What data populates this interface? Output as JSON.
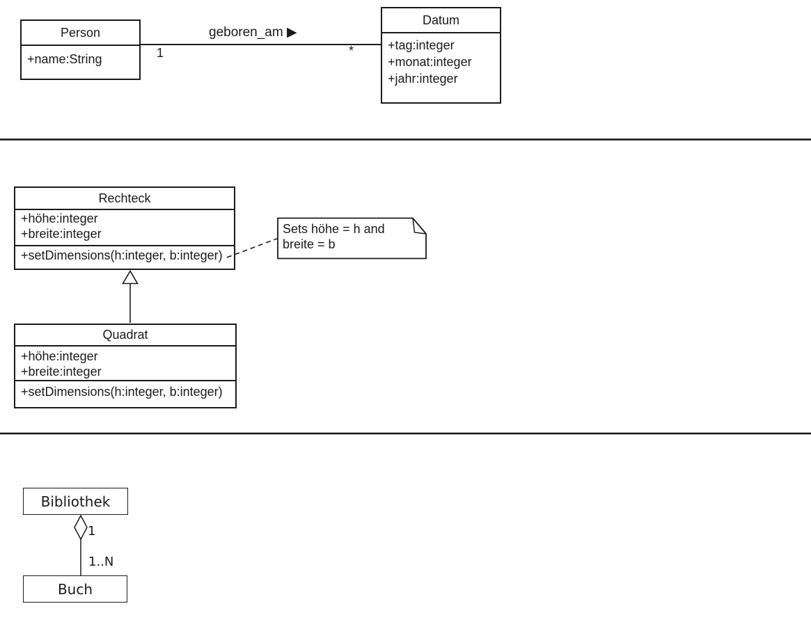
{
  "colors": {
    "stroke": "#1a1a1a",
    "background": "#ffffff"
  },
  "person_datum": {
    "person": {
      "title": "Person",
      "attributes": [
        "+name:String"
      ]
    },
    "datum": {
      "title": "Datum",
      "attributes": [
        "+tag:integer",
        "+monat:integer",
        "+jahr:integer"
      ]
    },
    "association": {
      "label": "geboren_am ▶",
      "multiplicity_person": "1",
      "multiplicity_datum": "*"
    }
  },
  "rechteck_quadrat": {
    "rechteck": {
      "title": "Rechteck",
      "attributes": [
        "+höhe:integer",
        "+breite:integer"
      ],
      "operations": [
        "+setDimensions(h:integer, b:integer)"
      ]
    },
    "quadrat": {
      "title": "Quadrat",
      "attributes": [
        "+höhe:integer",
        "+breite:integer"
      ],
      "operations": [
        "+setDimensions(h:integer, b:integer)"
      ]
    },
    "note": {
      "lines": [
        "Sets höhe = h and",
        "breite = b"
      ]
    }
  },
  "bibliothek_buch": {
    "bibliothek": {
      "title": "Bibliothek"
    },
    "buch": {
      "title": "Buch"
    },
    "aggregation": {
      "multiplicity_bibliothek": "1",
      "multiplicity_buch": "1..N"
    }
  }
}
